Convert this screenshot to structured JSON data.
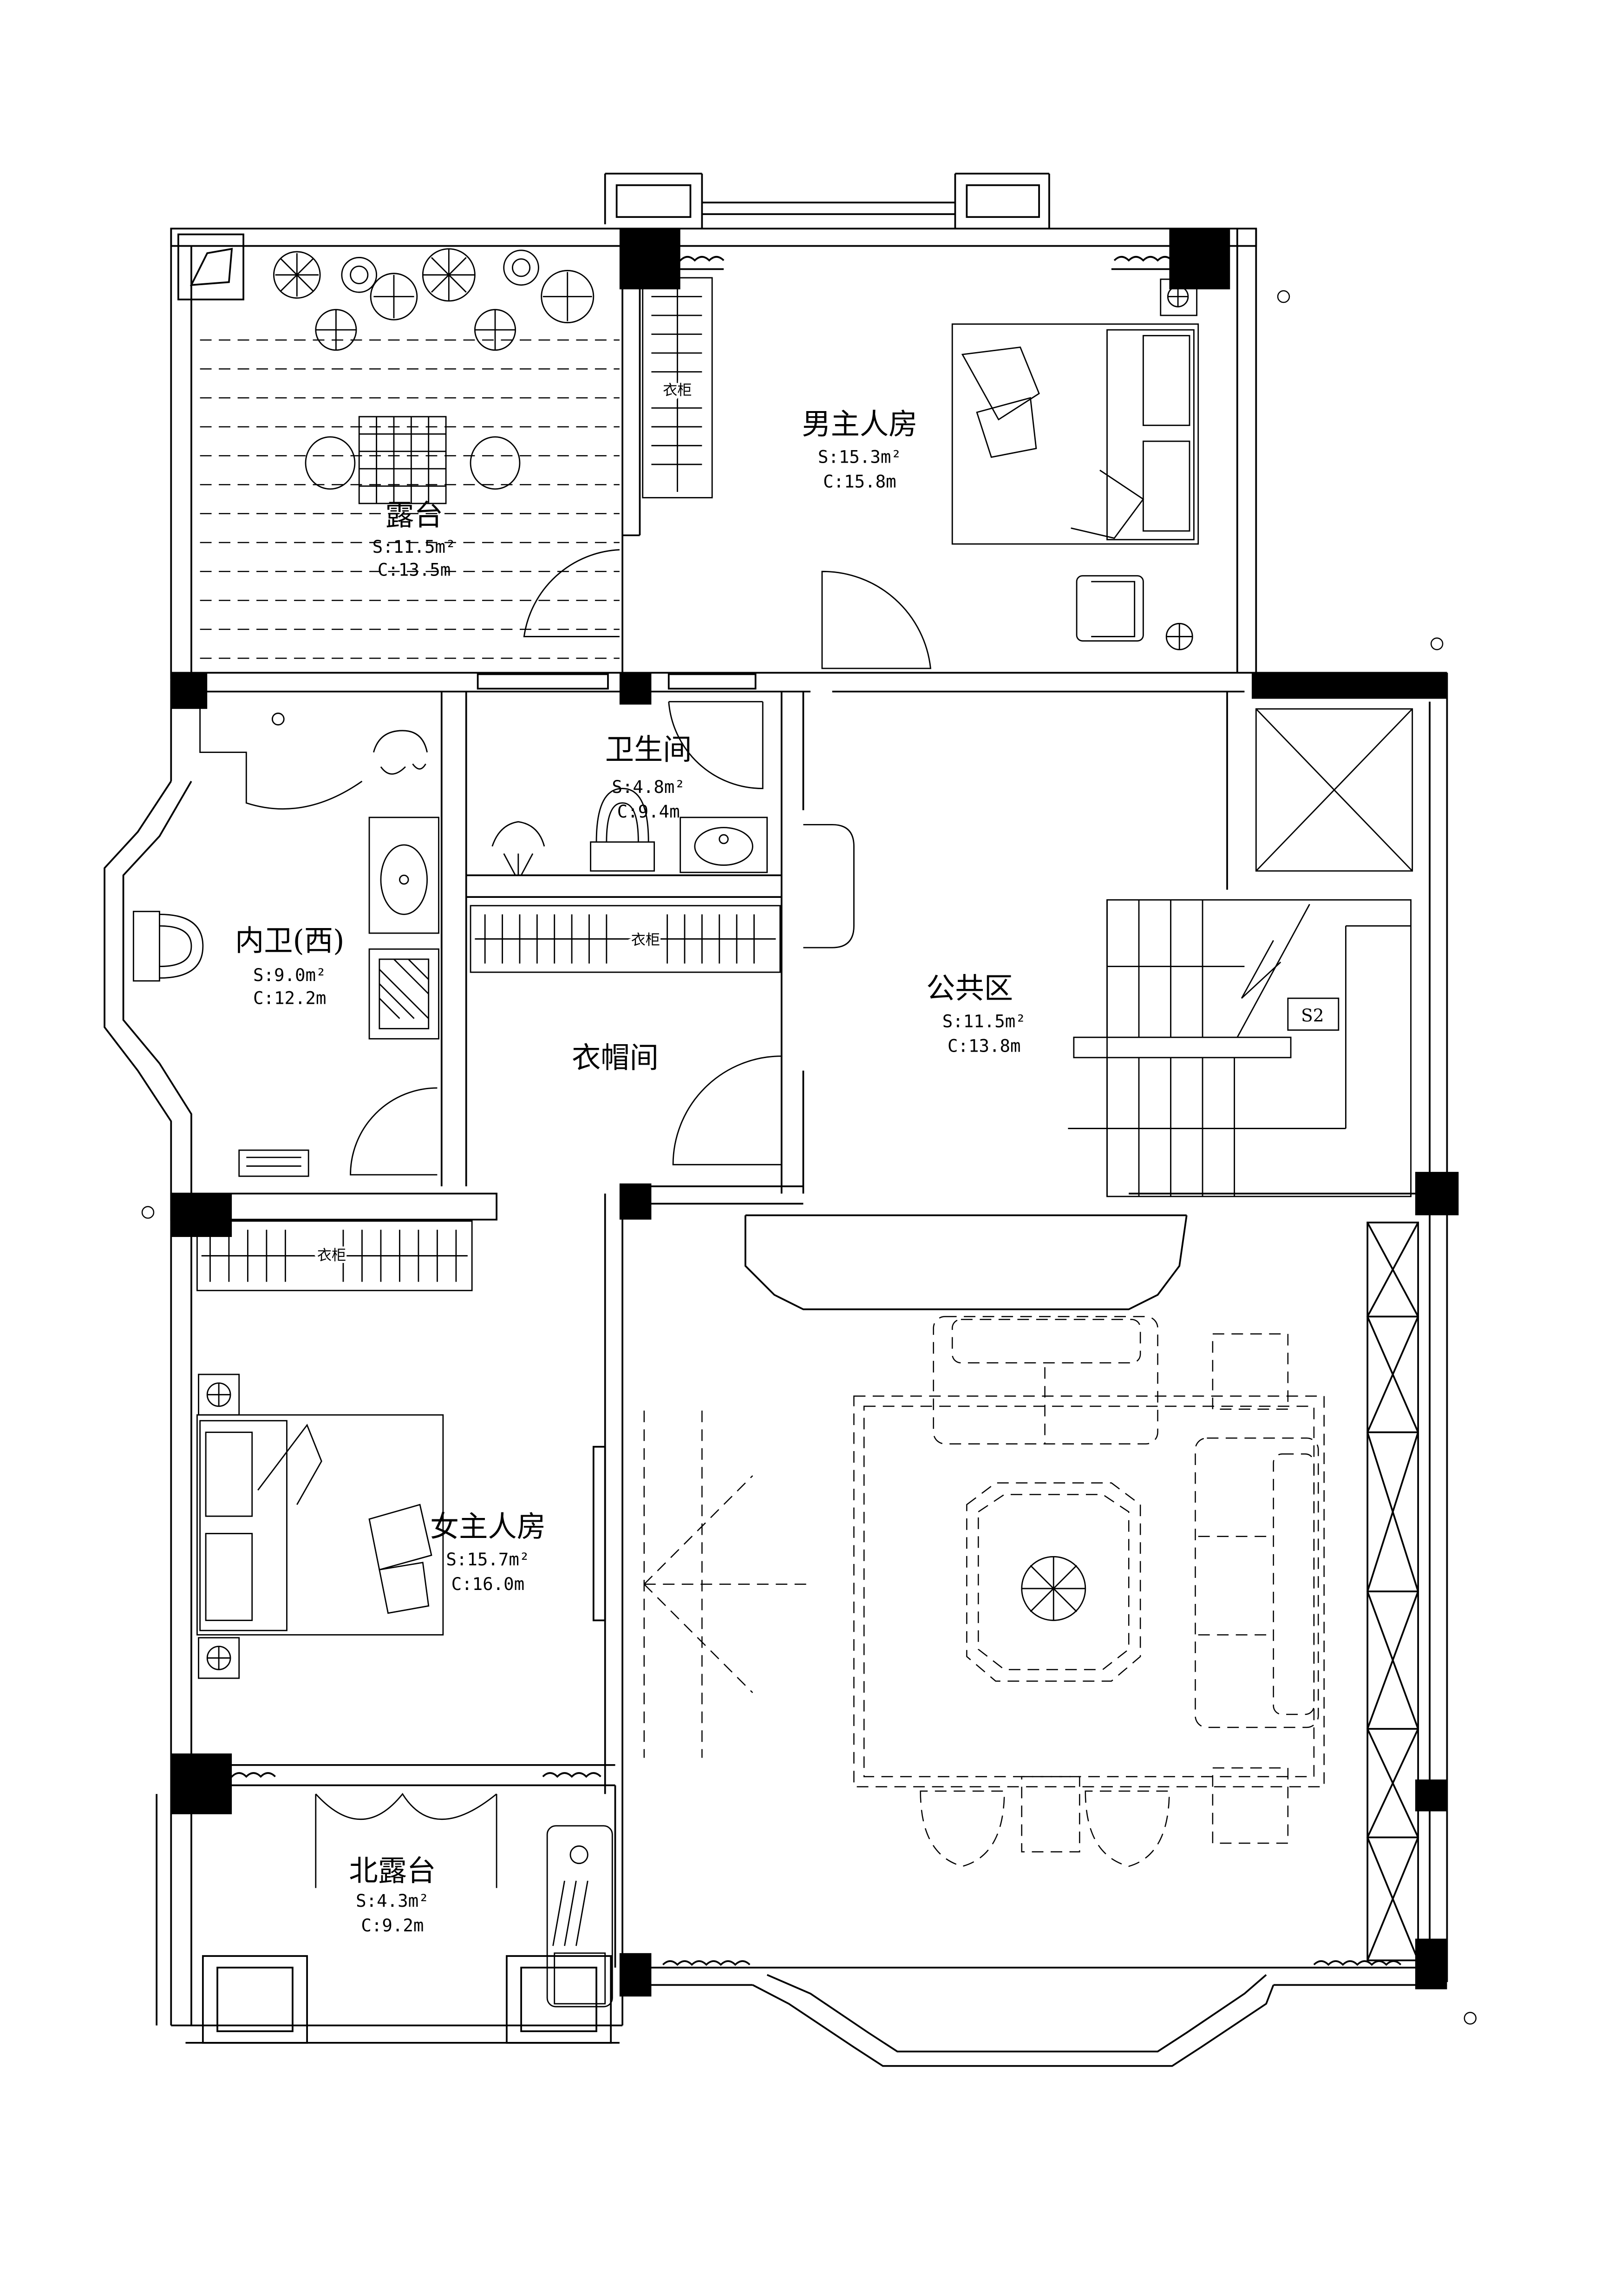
{
  "rooms": {
    "terrace": {
      "name": "露台",
      "area": "S:11.5m²",
      "perimeter": "C:13.5m"
    },
    "master_bedroom_male": {
      "name": "男主人房",
      "area": "S:15.3m²",
      "perimeter": "C:15.8m"
    },
    "bathroom": {
      "name": "卫生间",
      "area": "S:4.8m²",
      "perimeter": "C:9.4m"
    },
    "inner_bath_west": {
      "name": "内卫(西)",
      "area": "S:9.0m²",
      "perimeter": "C:12.2m"
    },
    "cloakroom": {
      "name": "衣帽间"
    },
    "public_area": {
      "name": "公共区",
      "area": "S:11.5m²",
      "perimeter": "C:13.8m"
    },
    "master_bedroom_female": {
      "name": "女主人房",
      "area": "S:15.7m²",
      "perimeter": "C:16.0m"
    },
    "north_terrace": {
      "name": "北露台",
      "area": "S:4.3m²",
      "perimeter": "C:9.2m"
    }
  },
  "wardrobe_label": "衣柜",
  "stair_tag": "S2"
}
